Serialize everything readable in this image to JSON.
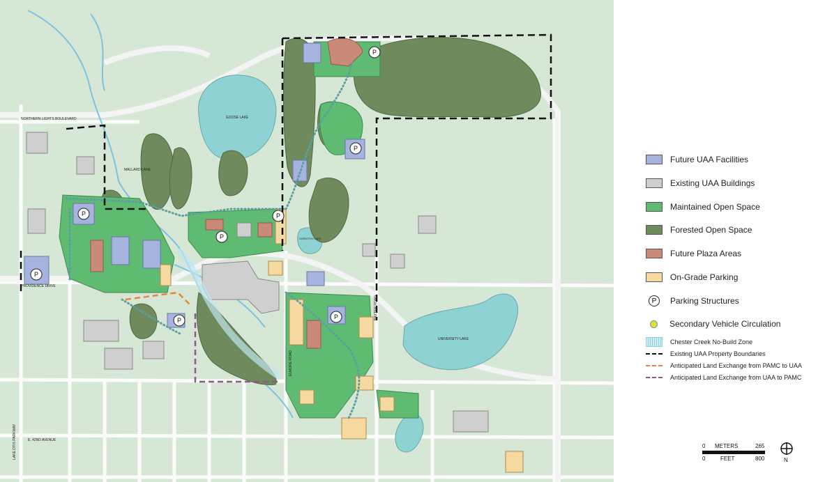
{
  "map": {
    "streets": {
      "northern_lights": "NORTHERN LIGHTS BOULEVARD",
      "providence": "PROVIDENCE DRIVE",
      "elmore": "ELMORE ROAD",
      "baxter": "BAXTER ROAD",
      "lake_otis": "LAKE OTIS PARKWAY",
      "e_42nd": "E. 42ND AVENUE",
      "mallard": "MALLARD LANE"
    },
    "lakes": {
      "goose": "GOOSE LAKE",
      "university": "UNIVERSITY LAKE",
      "small": "DOROTHY LAKE"
    },
    "parking_symbol": "P"
  },
  "legend": {
    "items": [
      {
        "label": "Future UAA Facilities",
        "color": "#a7b3df"
      },
      {
        "label": "Existing UAA Buildings",
        "color": "#cfcfcf"
      },
      {
        "label": "Maintained Open Space",
        "color": "#5fbb72"
      },
      {
        "label": "Forested Open Space",
        "color": "#6f8a5c"
      },
      {
        "label": "Future Plaza Areas",
        "color": "#c98a78"
      },
      {
        "label": "On-Grade Parking",
        "color": "#f6d9a0"
      },
      {
        "label": "Parking Structures",
        "symbol": "P"
      },
      {
        "label": "Secondary Vehicle Circulation"
      },
      {
        "label": "Chester Creek No-Build Zone",
        "color": "#cfeef2"
      },
      {
        "label": "Existing UAA Property Boundaries",
        "color": "#111111"
      },
      {
        "label": "Anticipated Land Exchange from PAMC to UAA",
        "color": "#e8843b"
      },
      {
        "label": "Anticipated Land Exchange from UAA to PAMC",
        "color": "#8a5a8a"
      }
    ]
  },
  "scale": {
    "top_unit": "METERS",
    "bottom_unit": "FEET",
    "zero": "0",
    "meters_val": "265",
    "feet_val": "800",
    "north": "N"
  }
}
